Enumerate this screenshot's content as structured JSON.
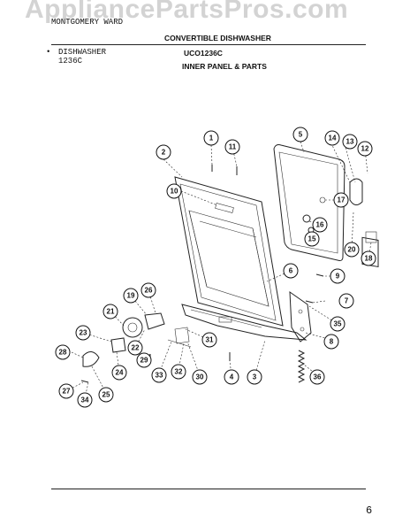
{
  "header": {
    "brand": "MONTGOMERY WARD",
    "title": "CONVERTIBLE DISHWASHER",
    "product_line1": "DISHWASHER",
    "product_line2": "1236C",
    "model": "UCO1236C",
    "section": "INNER PANEL & PARTS"
  },
  "watermark": "AppliancePartsPros.com",
  "footer": {
    "page_mark": "6"
  },
  "callouts": [
    {
      "id": "c1",
      "label": "1"
    },
    {
      "id": "c2",
      "label": "2"
    },
    {
      "id": "c3",
      "label": "3"
    },
    {
      "id": "c4",
      "label": "4"
    },
    {
      "id": "c5",
      "label": "5"
    },
    {
      "id": "c6",
      "label": "6"
    },
    {
      "id": "c7",
      "label": "7"
    },
    {
      "id": "c8",
      "label": "8"
    },
    {
      "id": "c9",
      "label": "9"
    },
    {
      "id": "c10",
      "label": "10"
    },
    {
      "id": "c11",
      "label": "11"
    },
    {
      "id": "c12",
      "label": "12"
    },
    {
      "id": "c13",
      "label": "13"
    },
    {
      "id": "c14",
      "label": "14"
    },
    {
      "id": "c15",
      "label": "15"
    },
    {
      "id": "c16",
      "label": "16"
    },
    {
      "id": "c17",
      "label": "17"
    },
    {
      "id": "c18",
      "label": "18"
    },
    {
      "id": "c19",
      "label": "19"
    },
    {
      "id": "c20",
      "label": "20"
    },
    {
      "id": "c21",
      "label": "21"
    },
    {
      "id": "c22",
      "label": "22"
    },
    {
      "id": "c23",
      "label": "23"
    },
    {
      "id": "c24",
      "label": "24"
    },
    {
      "id": "c25",
      "label": "25"
    },
    {
      "id": "c26",
      "label": "26"
    },
    {
      "id": "c27",
      "label": "27"
    },
    {
      "id": "c28",
      "label": "28"
    },
    {
      "id": "c29",
      "label": "29"
    },
    {
      "id": "c30",
      "label": "30"
    },
    {
      "id": "c31",
      "label": "31"
    },
    {
      "id": "c32",
      "label": "32"
    },
    {
      "id": "c33",
      "label": "33"
    },
    {
      "id": "c34",
      "label": "34"
    },
    {
      "id": "c35",
      "label": "35"
    },
    {
      "id": "c36",
      "label": "36"
    }
  ]
}
